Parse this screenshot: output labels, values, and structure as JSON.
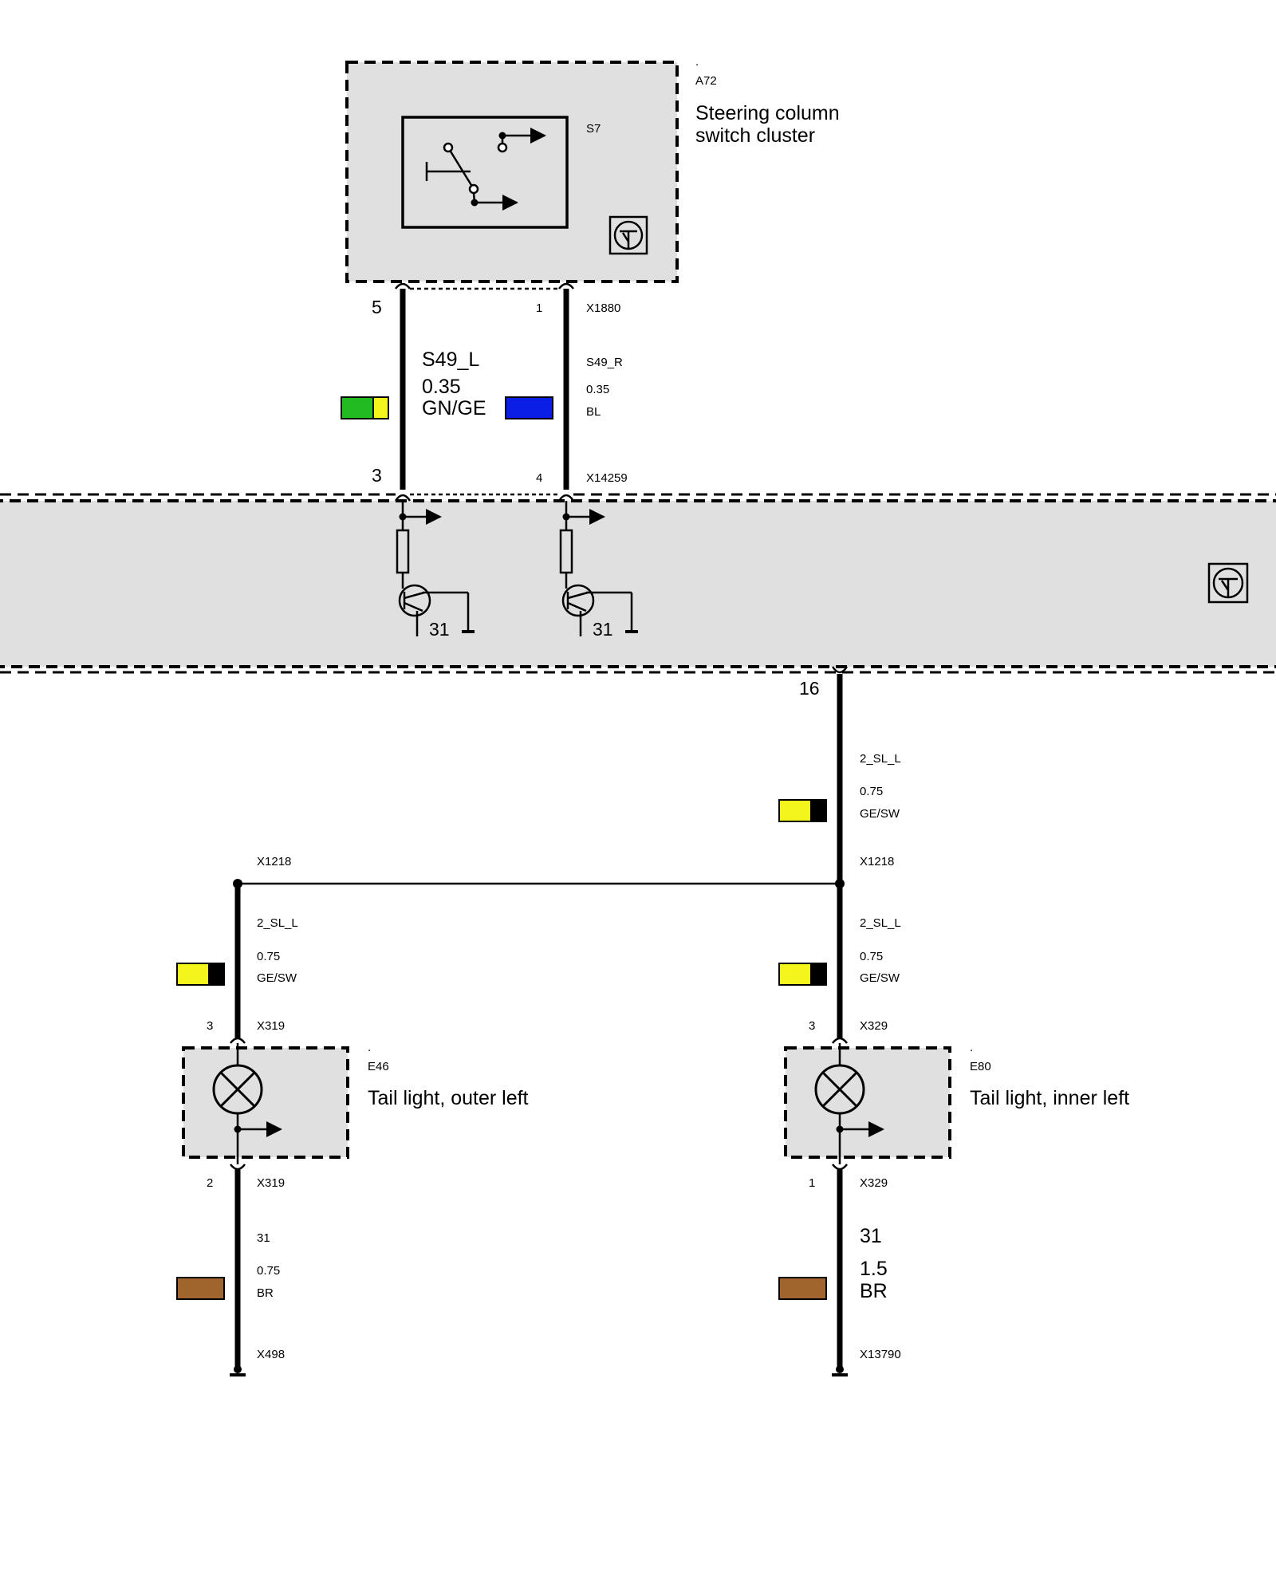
{
  "module_a72": {
    "dot": ".",
    "id": "A72",
    "name_line1": "Steering column",
    "name_line2": "switch cluster",
    "switch_id": "S7"
  },
  "connector_top": {
    "left_pin": "5",
    "right_pin": "1",
    "id": "X1880"
  },
  "wire_s49_l": {
    "name": "S49_L",
    "size": "0.35",
    "color": "GN/GE",
    "swatch_colors": [
      "#22bb22",
      "#f5f51e"
    ]
  },
  "wire_s49_r": {
    "name": "S49_R",
    "size": "0.35",
    "color": "BL",
    "swatch_colors": [
      "#0a1ee6"
    ]
  },
  "connector_mid": {
    "left_pin": "3",
    "right_pin": "4",
    "id": "X14259"
  },
  "controller": {
    "ground_left": "31",
    "ground_right": "31"
  },
  "output": {
    "pin": "16",
    "wire_name": "2_SL_L",
    "size": "0.75",
    "color": "GE/SW",
    "splice": "X1218"
  },
  "splice_left": "X1218",
  "branch_left": {
    "wire_name": "2_SL_L",
    "size": "0.75",
    "color": "GE/SW",
    "pin_in": "3",
    "conn_in": "X319",
    "pin_out": "2",
    "conn_out": "X319",
    "gnd_wire": "31",
    "gnd_size": "0.75",
    "gnd_color": "BR",
    "ground_id": "X498"
  },
  "branch_right": {
    "wire_name": "2_SL_L",
    "size": "0.75",
    "color": "GE/SW",
    "pin_in": "3",
    "conn_in": "X329",
    "pin_out": "1",
    "conn_out": "X329",
    "gnd_wire": "31",
    "gnd_size": "1.5",
    "gnd_color": "BR",
    "ground_id": "X13790"
  },
  "lamp_e46": {
    "dot": ".",
    "id": "E46",
    "name": "Tail light, outer left"
  },
  "lamp_e80": {
    "dot": ".",
    "id": "E80",
    "name": "Tail light, inner left"
  },
  "colors": {
    "yellow": "#f5f51e",
    "black": "#000000",
    "brown": "#a0642d",
    "box_fill": "#e0e0e0"
  }
}
